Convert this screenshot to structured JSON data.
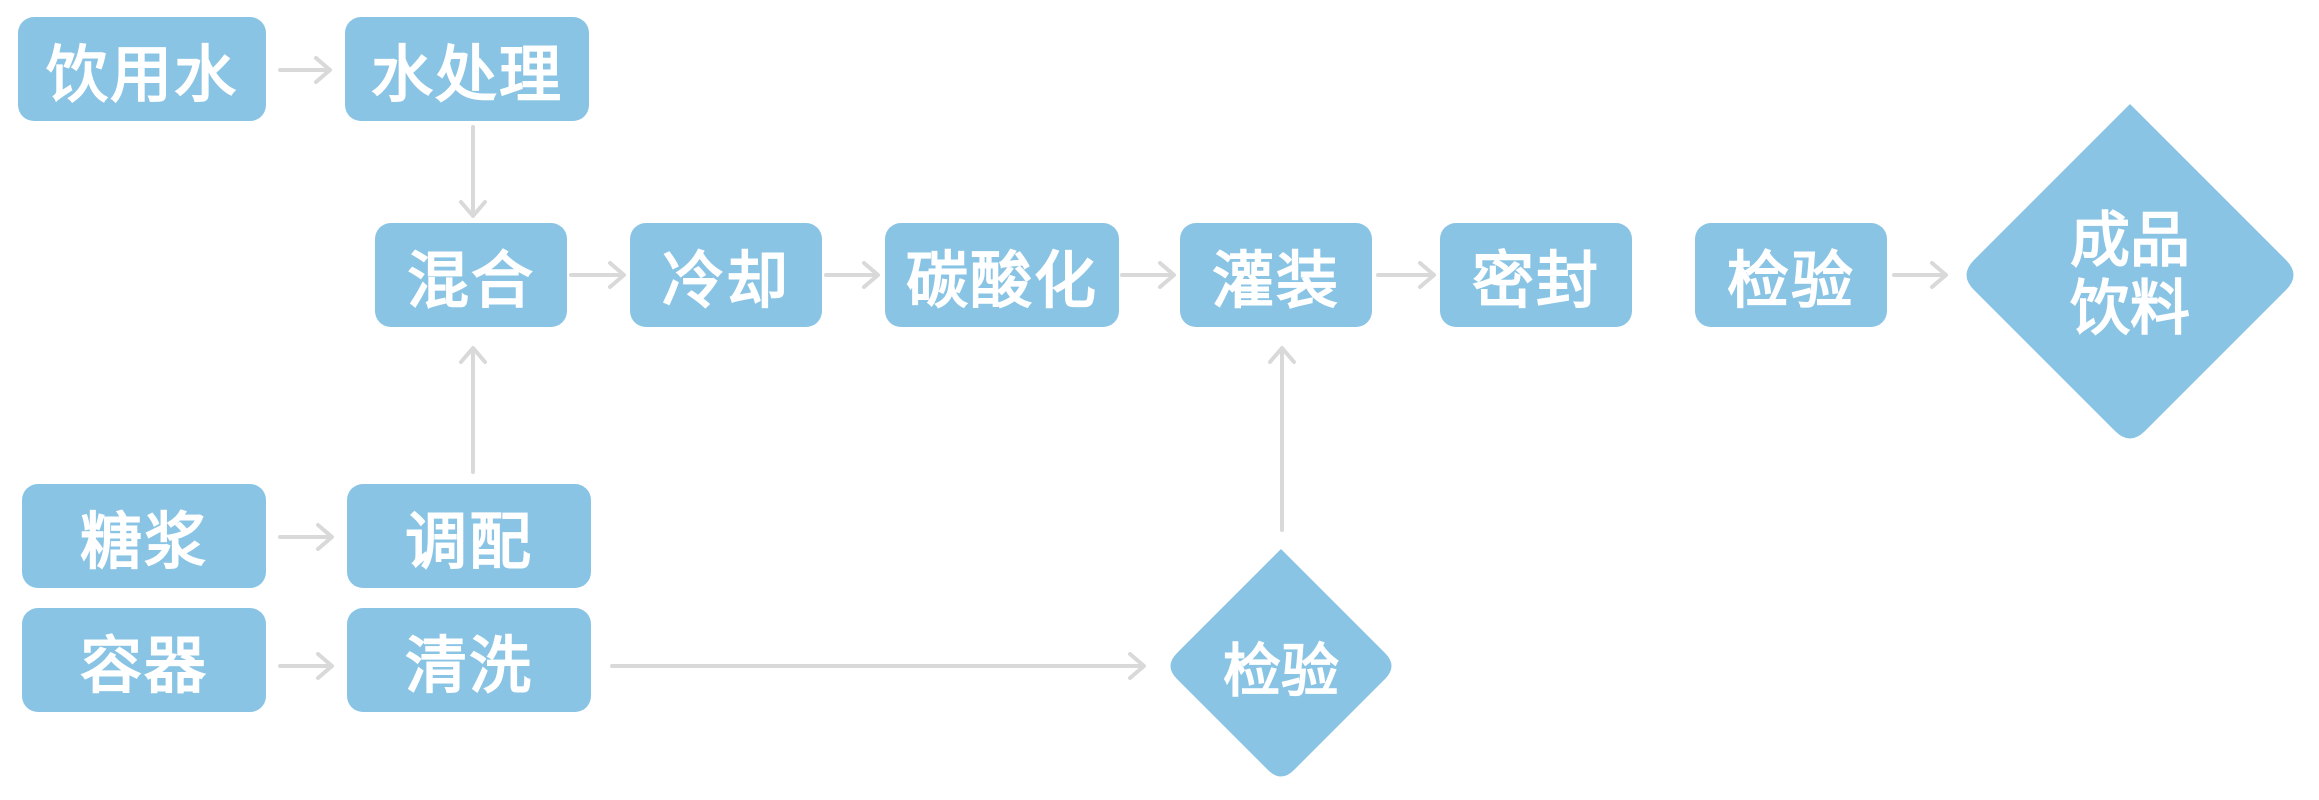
{
  "nodes": {
    "drinking_water": "饮用水",
    "water_treatment": "水处理",
    "mixing": "混合",
    "cooling": "冷却",
    "carbonation": "碳酸化",
    "filling": "灌装",
    "sealing": "密封",
    "inspection_final": "检验",
    "product_line1": "成品",
    "product_line2": "饮料",
    "syrup": "糖浆",
    "blending": "调配",
    "container": "容器",
    "cleaning": "清洗",
    "inspection_container": "检验"
  },
  "colors": {
    "node_fill": "#8ac4e5",
    "node_text": "#ffffff",
    "arrow": "#d9d9d9"
  }
}
